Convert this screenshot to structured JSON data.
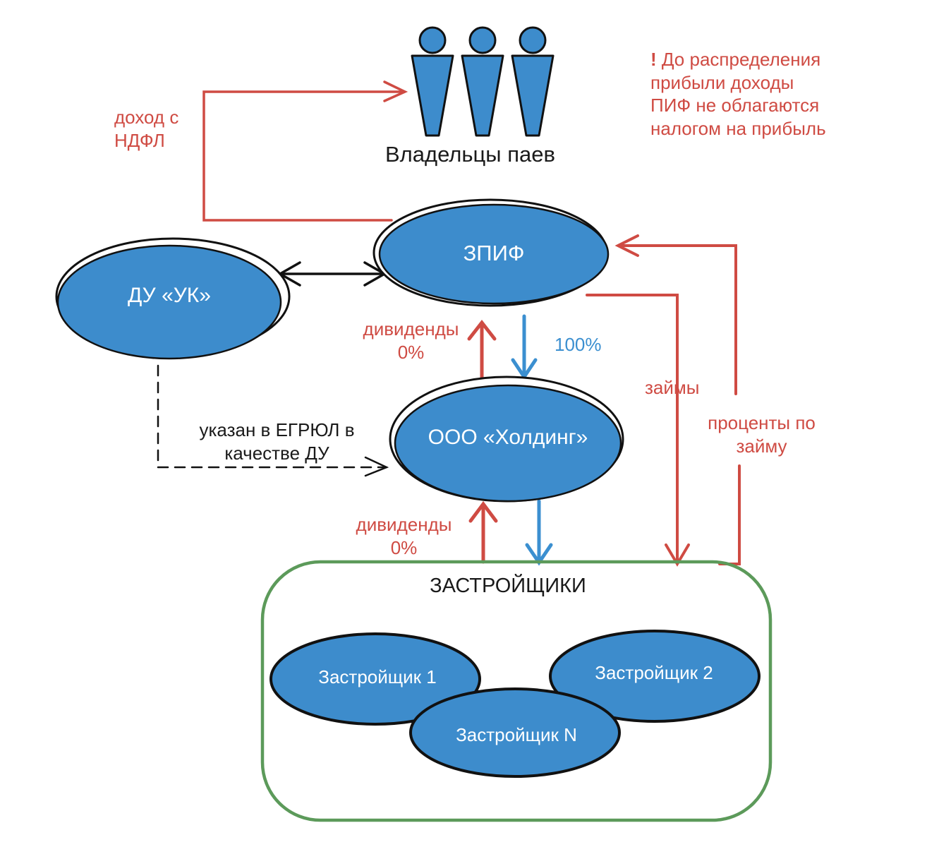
{
  "colors": {
    "node_fill": "#3d8ccc",
    "red": "#cf4b43",
    "blue": "#3b8fd0",
    "green": "#5c9a5a",
    "black": "#1a1a1a"
  },
  "owners": {
    "label": "Владельцы паев",
    "icon": "people-icon"
  },
  "note": {
    "mark": "!",
    "text_line1": "До распределения",
    "text_line2": "прибыли доходы",
    "text_line3": "ПИФ не облагаются",
    "text_line4": "налогом на прибыль"
  },
  "nodes": {
    "zpif": "ЗПИФ",
    "du_uk": "ДУ «УК»",
    "holding": "ООО «Холдинг»",
    "developers_group": "ЗАСТРОЙЩИКИ",
    "dev1": "Застройщик 1",
    "dev2": "Застройщик 2",
    "devn": "Застройщик N"
  },
  "edges": {
    "income_ndfl_line1": "доход с",
    "income_ndfl_line2": "НДФЛ",
    "dividends_top_line1": "дивиденды",
    "dividends_top_line2": "0%",
    "ownership": "100%",
    "loans": "займы",
    "interest_line1": "проценты по",
    "interest_line2": "займу",
    "egrul_line1": "указан в ЕГРЮЛ в",
    "egrul_line2": "качестве ДУ",
    "dividends_bottom_line1": "дивиденды",
    "dividends_bottom_line2": "0%"
  }
}
